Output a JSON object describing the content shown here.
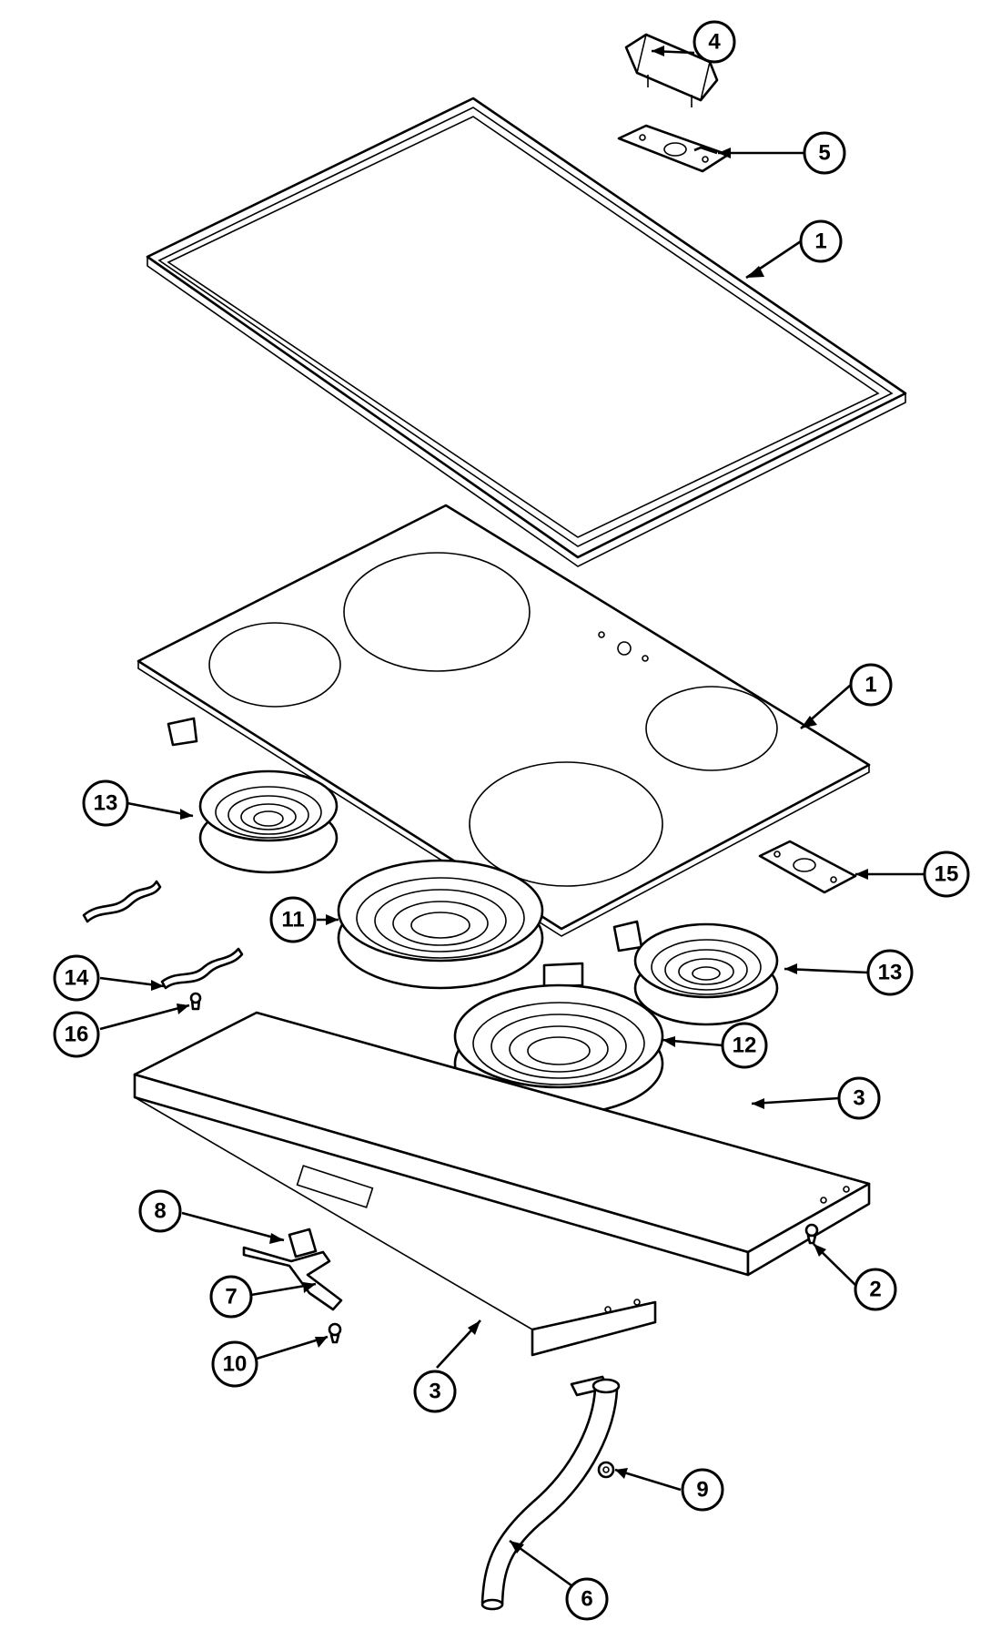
{
  "colors": {
    "line": "#000000",
    "background": "#ffffff"
  },
  "callouts": [
    {
      "id": "c4",
      "label": "4"
    },
    {
      "id": "c5",
      "label": "5"
    },
    {
      "id": "c1a",
      "label": "1"
    },
    {
      "id": "c1b",
      "label": "1"
    },
    {
      "id": "c13a",
      "label": "13"
    },
    {
      "id": "c15",
      "label": "15"
    },
    {
      "id": "c11",
      "label": "11"
    },
    {
      "id": "c13b",
      "label": "13"
    },
    {
      "id": "c14",
      "label": "14"
    },
    {
      "id": "c16",
      "label": "16"
    },
    {
      "id": "c12",
      "label": "12"
    },
    {
      "id": "c3a",
      "label": "3"
    },
    {
      "id": "c8",
      "label": "8"
    },
    {
      "id": "c2",
      "label": "2"
    },
    {
      "id": "c7",
      "label": "7"
    },
    {
      "id": "c10",
      "label": "10"
    },
    {
      "id": "c3b",
      "label": "3"
    },
    {
      "id": "c9",
      "label": "9"
    },
    {
      "id": "c6",
      "label": "6"
    }
  ]
}
